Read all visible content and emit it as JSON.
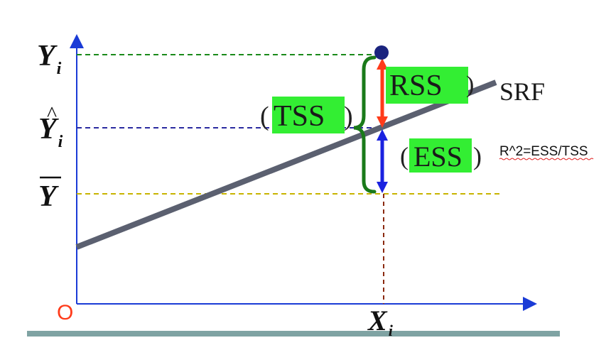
{
  "axis_labels": {
    "yi": "Y",
    "yi_sub": "i",
    "yhat": "Y",
    "yhat_sub": "i",
    "ybar": "Y",
    "xi": "X",
    "xi_sub": "i",
    "origin": "O"
  },
  "line_label": "SRF",
  "boxes": {
    "rss": "RSS",
    "tss": "TSS",
    "ess": "ESS"
  },
  "parens": {
    "tss_open": "(",
    "tss_close": ")",
    "ess_open": "(",
    "ess_close": ")",
    "rss_close": ")"
  },
  "formula": "R^2=ESS/TSS",
  "colors": {
    "axis": "#1a3bd6",
    "srf_line": "#5b6070",
    "yi_guide": "#1a8a1a",
    "yhat_guide": "#2a2aa0",
    "ybar_guide": "#c8b400",
    "xi_guide": "#8b2a10",
    "rss_arrow": "#ff3b1a",
    "ess_arrow": "#1a22e0",
    "tss_brace": "#1a7a1a",
    "label_box": "#33ee33",
    "origin": "#ff3b1a",
    "point": "#1a237e",
    "ground_bar": "#7fa3a3"
  }
}
